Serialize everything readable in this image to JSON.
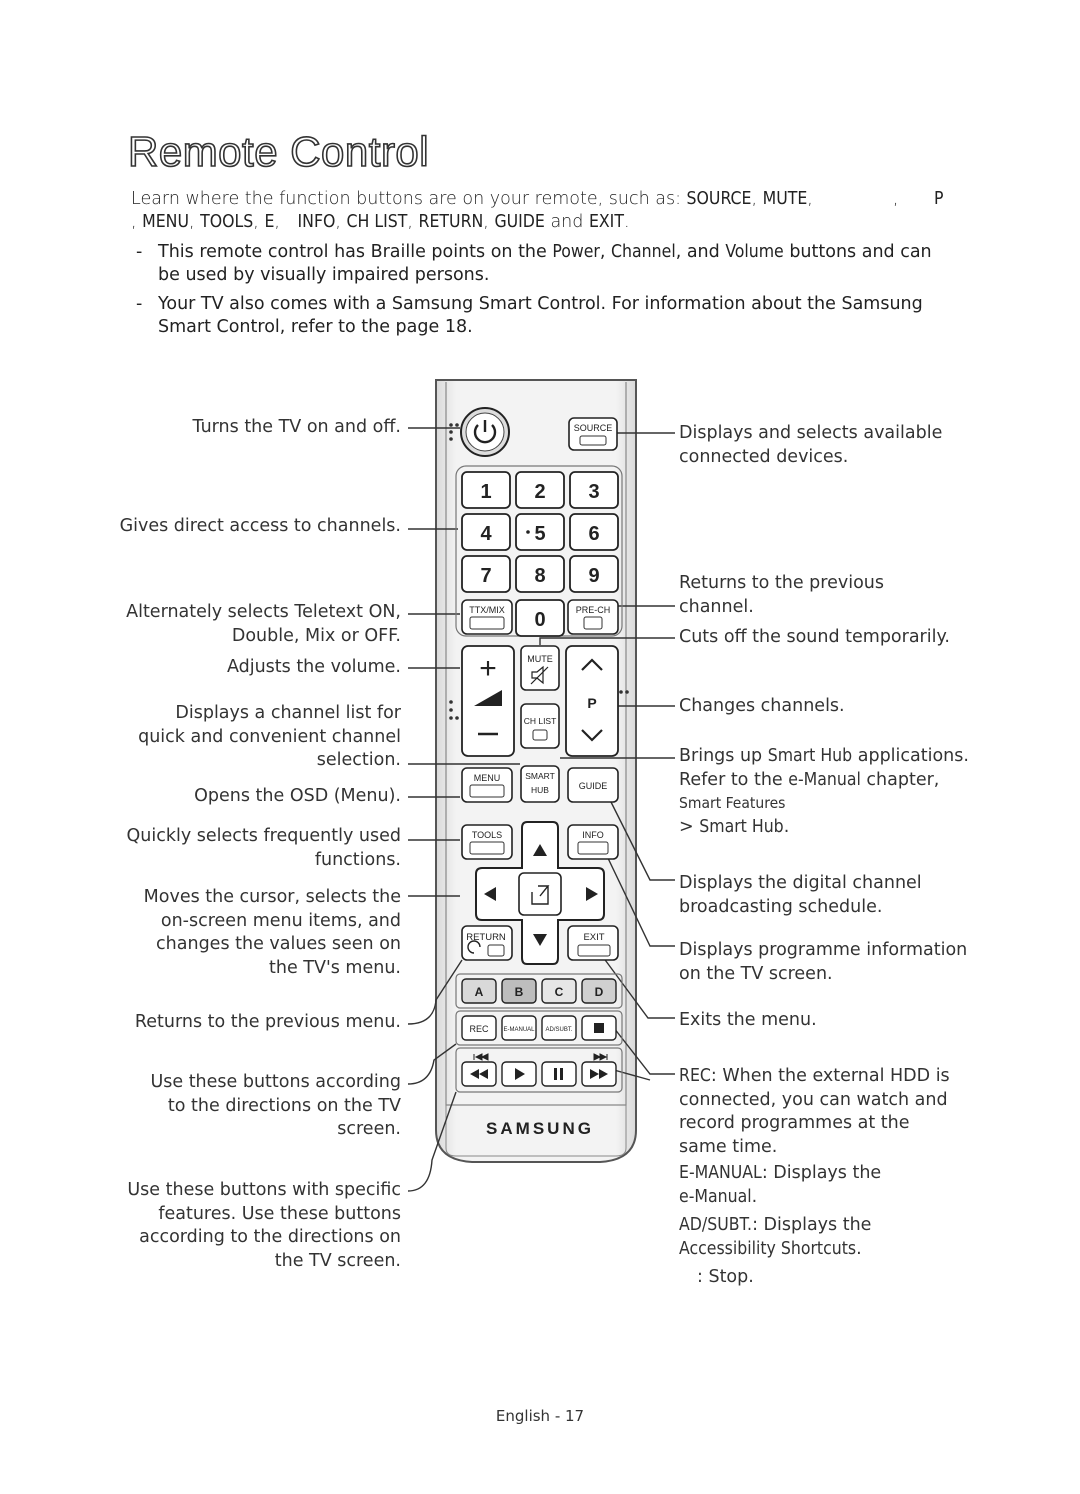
{
  "title": "Remote Control",
  "intro": {
    "lead": "Learn where the function buttons are on your remote, such as: ",
    "k1": "SOURCE",
    "s1": ", ",
    "k2": "MUTE",
    "s2": ",",
    "s3": ", ",
    "k3": "P",
    "s4": ", ",
    "k4": "MENU",
    "s5": ", ",
    "k5": "TOOLS",
    "s6": ", ",
    "k6": "E",
    "s7": ", ",
    "k7": "INFO",
    "s8": ", ",
    "k8": "CH LIST",
    "s9": ", ",
    "k9": "RETURN",
    "s10": ", ",
    "k10": "GUIDE",
    "s11": " and ",
    "k11": "EXIT",
    "s12": "."
  },
  "notes": [
    {
      "dash": "-",
      "a": "This remote control has Braille points on the ",
      "k1": "Power",
      "b": ", ",
      "k2": "Channel",
      "c": ", and ",
      "k3": "Volume",
      "d": " buttons and can be used by visually impaired persons."
    },
    {
      "dash": "-",
      "text": "Your TV also comes with a Samsung Smart Control. For information about the Samsung Smart Control, refer to the page 18."
    }
  ],
  "left_callouts": [
    "Turns the TV on and off.",
    "Gives direct access to channels.",
    "Alternately selects Teletext ON, Double, Mix or OFF.",
    "Adjusts the volume.",
    "Displays a channel list for quick and convenient channel selection.",
    "Opens the OSD (Menu).",
    "Quickly selects frequently used functions.",
    "Moves the cursor, selects the on-screen menu items, and changes the values seen on the TV's menu.",
    "Returns to the previous menu.",
    "Use these buttons according to the directions on the TV screen.",
    "Use these buttons with specific features. Use these buttons according to the directions on the TV screen."
  ],
  "right_callouts": {
    "source": "Displays and selects available connected devices.",
    "prech": "Returns to the previous channel.",
    "mute": "Cuts off the sound temporarily.",
    "channels": "Changes channels.",
    "smarthub": {
      "a": "Brings up ",
      "k1": "Smart Hub",
      "b": " applications. Refer to the ",
      "k2": "e-Manual",
      "c": " chapter, ",
      "k3": "Smart Features",
      "d": " > ",
      "k4": "Smart Hub",
      "e": "."
    },
    "guide": "Displays the digital channel broadcasting schedule.",
    "info": "Displays programme information on the TV screen.",
    "exit": "Exits the menu.",
    "rec": {
      "k": "REC",
      "t": ": When the external HDD is connected, you can watch and record programmes at the same time."
    },
    "emanual": {
      "k": "E-MANUAL",
      "t": ": Displays the ",
      "k2": "e-Manual",
      "e": "."
    },
    "adsubt": {
      "k": "AD/SUBT.",
      "t": ": Displays the ",
      "k2": "Accessibility Shortcuts",
      "e": "."
    },
    "stop": ": Stop."
  },
  "remote": {
    "source": "SOURCE",
    "digits": [
      "1",
      "2",
      "3",
      "4",
      "5",
      "6",
      "7",
      "8",
      "9",
      "0"
    ],
    "ttx": "TTX/MIX",
    "prech": "PRE-CH",
    "mute": "MUTE",
    "p": "P",
    "chlist": "CH LIST",
    "menu": "MENU",
    "smart": "SMART",
    "hub": "HUB",
    "guide": "GUIDE",
    "tools": "TOOLS",
    "info": "INFO",
    "return": "RETURN",
    "exit": "EXIT",
    "colors": [
      "A",
      "B",
      "C",
      "D"
    ],
    "rec": "REC",
    "emanual": "E-MANUAL",
    "adsubt": "AD/SUBT.",
    "brand": "SAMSUNG"
  },
  "footer": "English - 17"
}
